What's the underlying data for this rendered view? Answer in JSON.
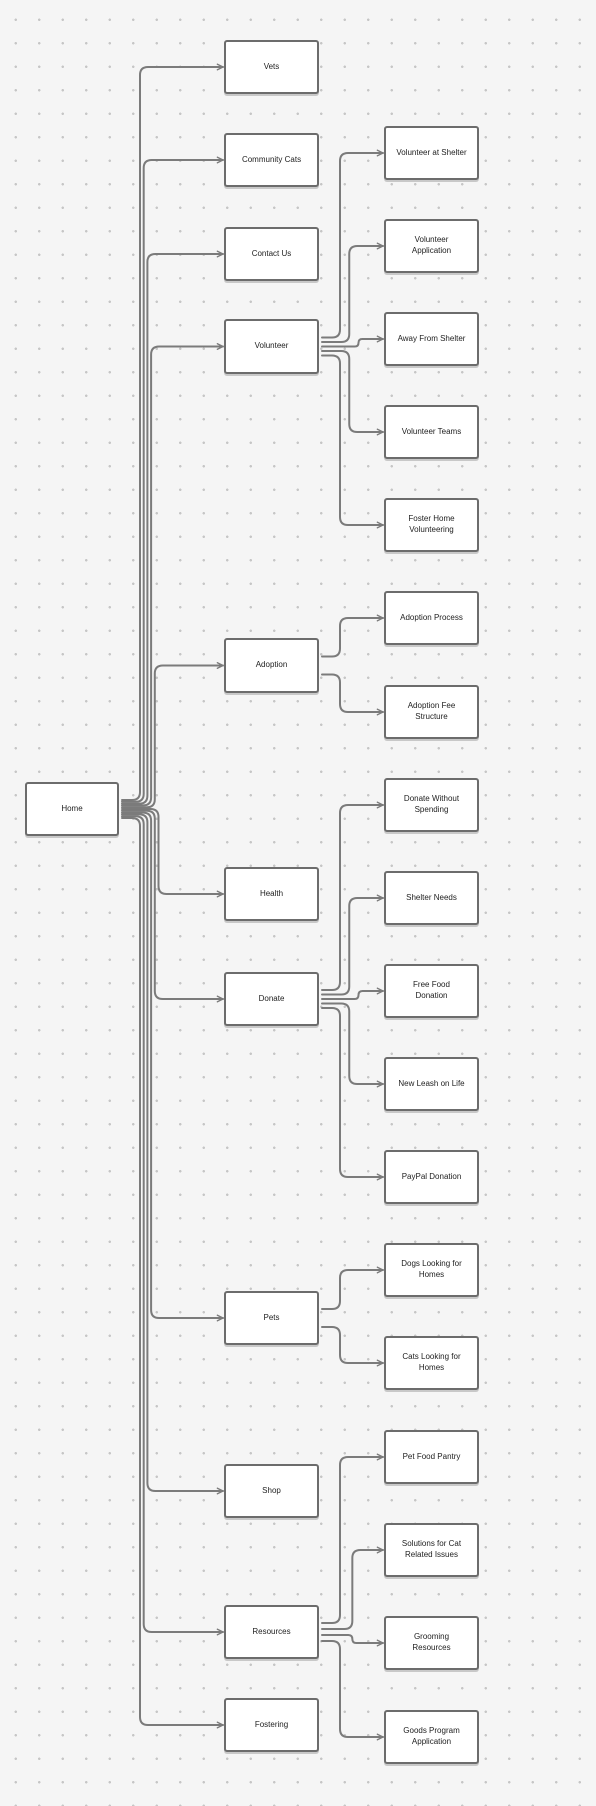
{
  "diagram": {
    "nodes": {
      "home": "Home",
      "vets": "Vets",
      "community_cats": "Community Cats",
      "contact_us": "Contact Us",
      "volunteer": "Volunteer",
      "adoption": "Adoption",
      "health": "Health",
      "donate": "Donate",
      "pets": "Pets",
      "shop": "Shop",
      "resources": "Resources",
      "fostering": "Fostering",
      "volunteer_at_shelter": "Volunteer at Shelter",
      "volunteer_application": "Volunteer Application",
      "away_from_shelter": "Away From Shelter",
      "volunteer_teams": "Volunteer Teams",
      "foster_home_volunteering": "Foster Home Volunteering",
      "adoption_process": "Adoption Process",
      "adoption_fee_structure": "Adoption Fee Structure",
      "donate_without_spending": "Donate Without Spending",
      "shelter_needs": "Shelter Needs",
      "free_food_donation": "Free Food Donation",
      "new_leash_on_life": "New Leash on Life",
      "paypal_donation": "PayPal Donation",
      "dogs_looking_for_homes": "Dogs Looking for Homes",
      "cats_looking_for_homes": "Cats Looking for Homes",
      "pet_food_pantry": "Pet Food Pantry",
      "solutions_for_cat_related_issues": "Solutions for Cat Related Issues",
      "grooming_resources": "Grooming Resources",
      "goods_program_application": "Goods Program Application"
    },
    "edges": [
      [
        "home",
        "vets"
      ],
      [
        "home",
        "community_cats"
      ],
      [
        "home",
        "contact_us"
      ],
      [
        "home",
        "volunteer"
      ],
      [
        "home",
        "adoption"
      ],
      [
        "home",
        "health"
      ],
      [
        "home",
        "donate"
      ],
      [
        "home",
        "pets"
      ],
      [
        "home",
        "shop"
      ],
      [
        "home",
        "resources"
      ],
      [
        "home",
        "fostering"
      ],
      [
        "volunteer",
        "volunteer_at_shelter"
      ],
      [
        "volunteer",
        "volunteer_application"
      ],
      [
        "volunteer",
        "away_from_shelter"
      ],
      [
        "volunteer",
        "volunteer_teams"
      ],
      [
        "volunteer",
        "foster_home_volunteering"
      ],
      [
        "adoption",
        "adoption_process"
      ],
      [
        "adoption",
        "adoption_fee_structure"
      ],
      [
        "donate",
        "donate_without_spending"
      ],
      [
        "donate",
        "shelter_needs"
      ],
      [
        "donate",
        "free_food_donation"
      ],
      [
        "donate",
        "new_leash_on_life"
      ],
      [
        "donate",
        "paypal_donation"
      ],
      [
        "pets",
        "dogs_looking_for_homes"
      ],
      [
        "pets",
        "cats_looking_for_homes"
      ],
      [
        "resources",
        "pet_food_pantry"
      ],
      [
        "resources",
        "solutions_for_cat_related_issues"
      ],
      [
        "resources",
        "grooming_resources"
      ],
      [
        "resources",
        "goods_program_application"
      ]
    ],
    "colors": {
      "background": "#f5f5f5",
      "node_fill": "#ffffff",
      "node_border": "#6c6c6c",
      "connector": "#7b7b7b",
      "text": "#222222"
    }
  }
}
